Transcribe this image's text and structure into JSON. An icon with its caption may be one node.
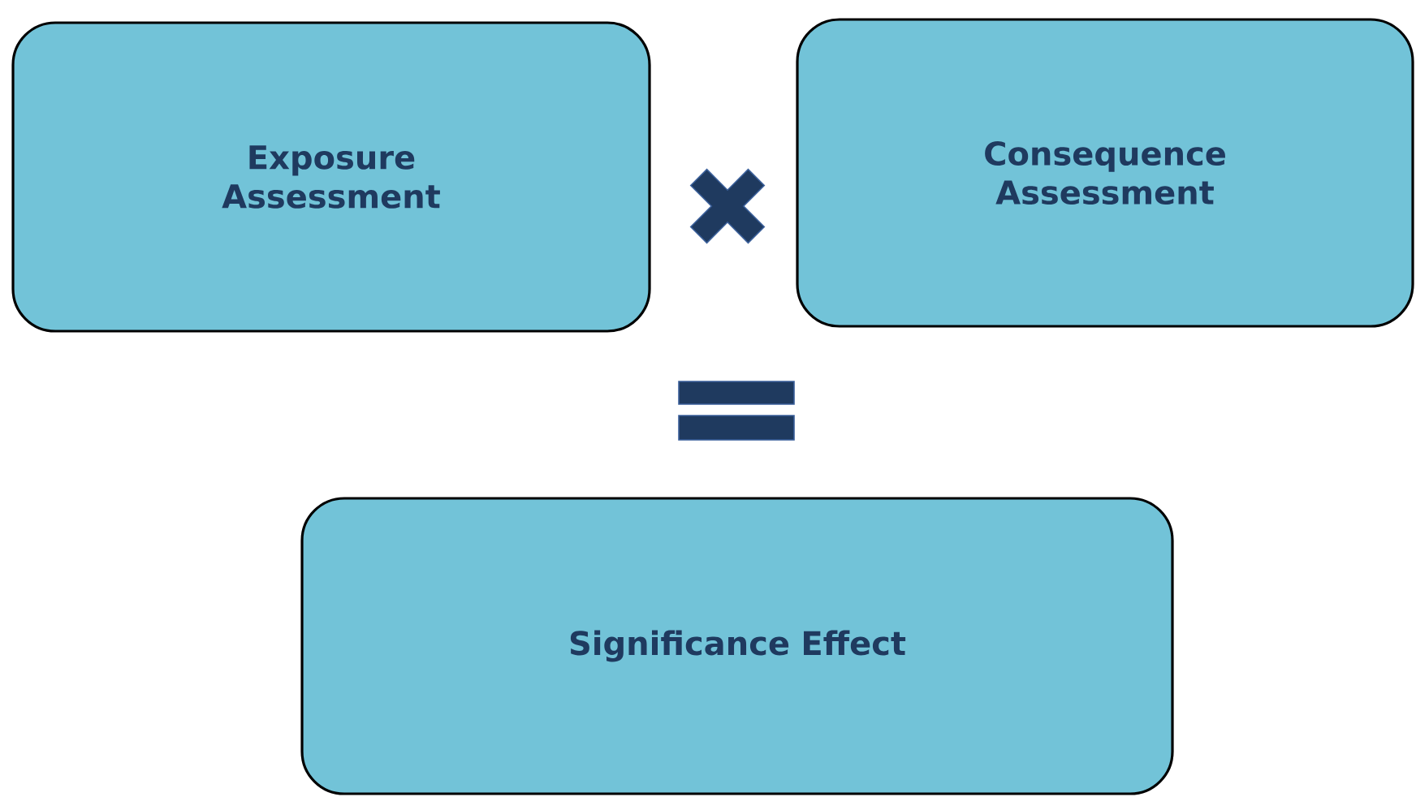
{
  "diagram": {
    "nodes": [
      {
        "text": [
          "Exposure Assessment"
        ]
      },
      {
        "text": [
          "Consequence Assessment"
        ]
      },
      {
        "text": [
          "Significance Effect"
        ]
      }
    ]
  }
}
